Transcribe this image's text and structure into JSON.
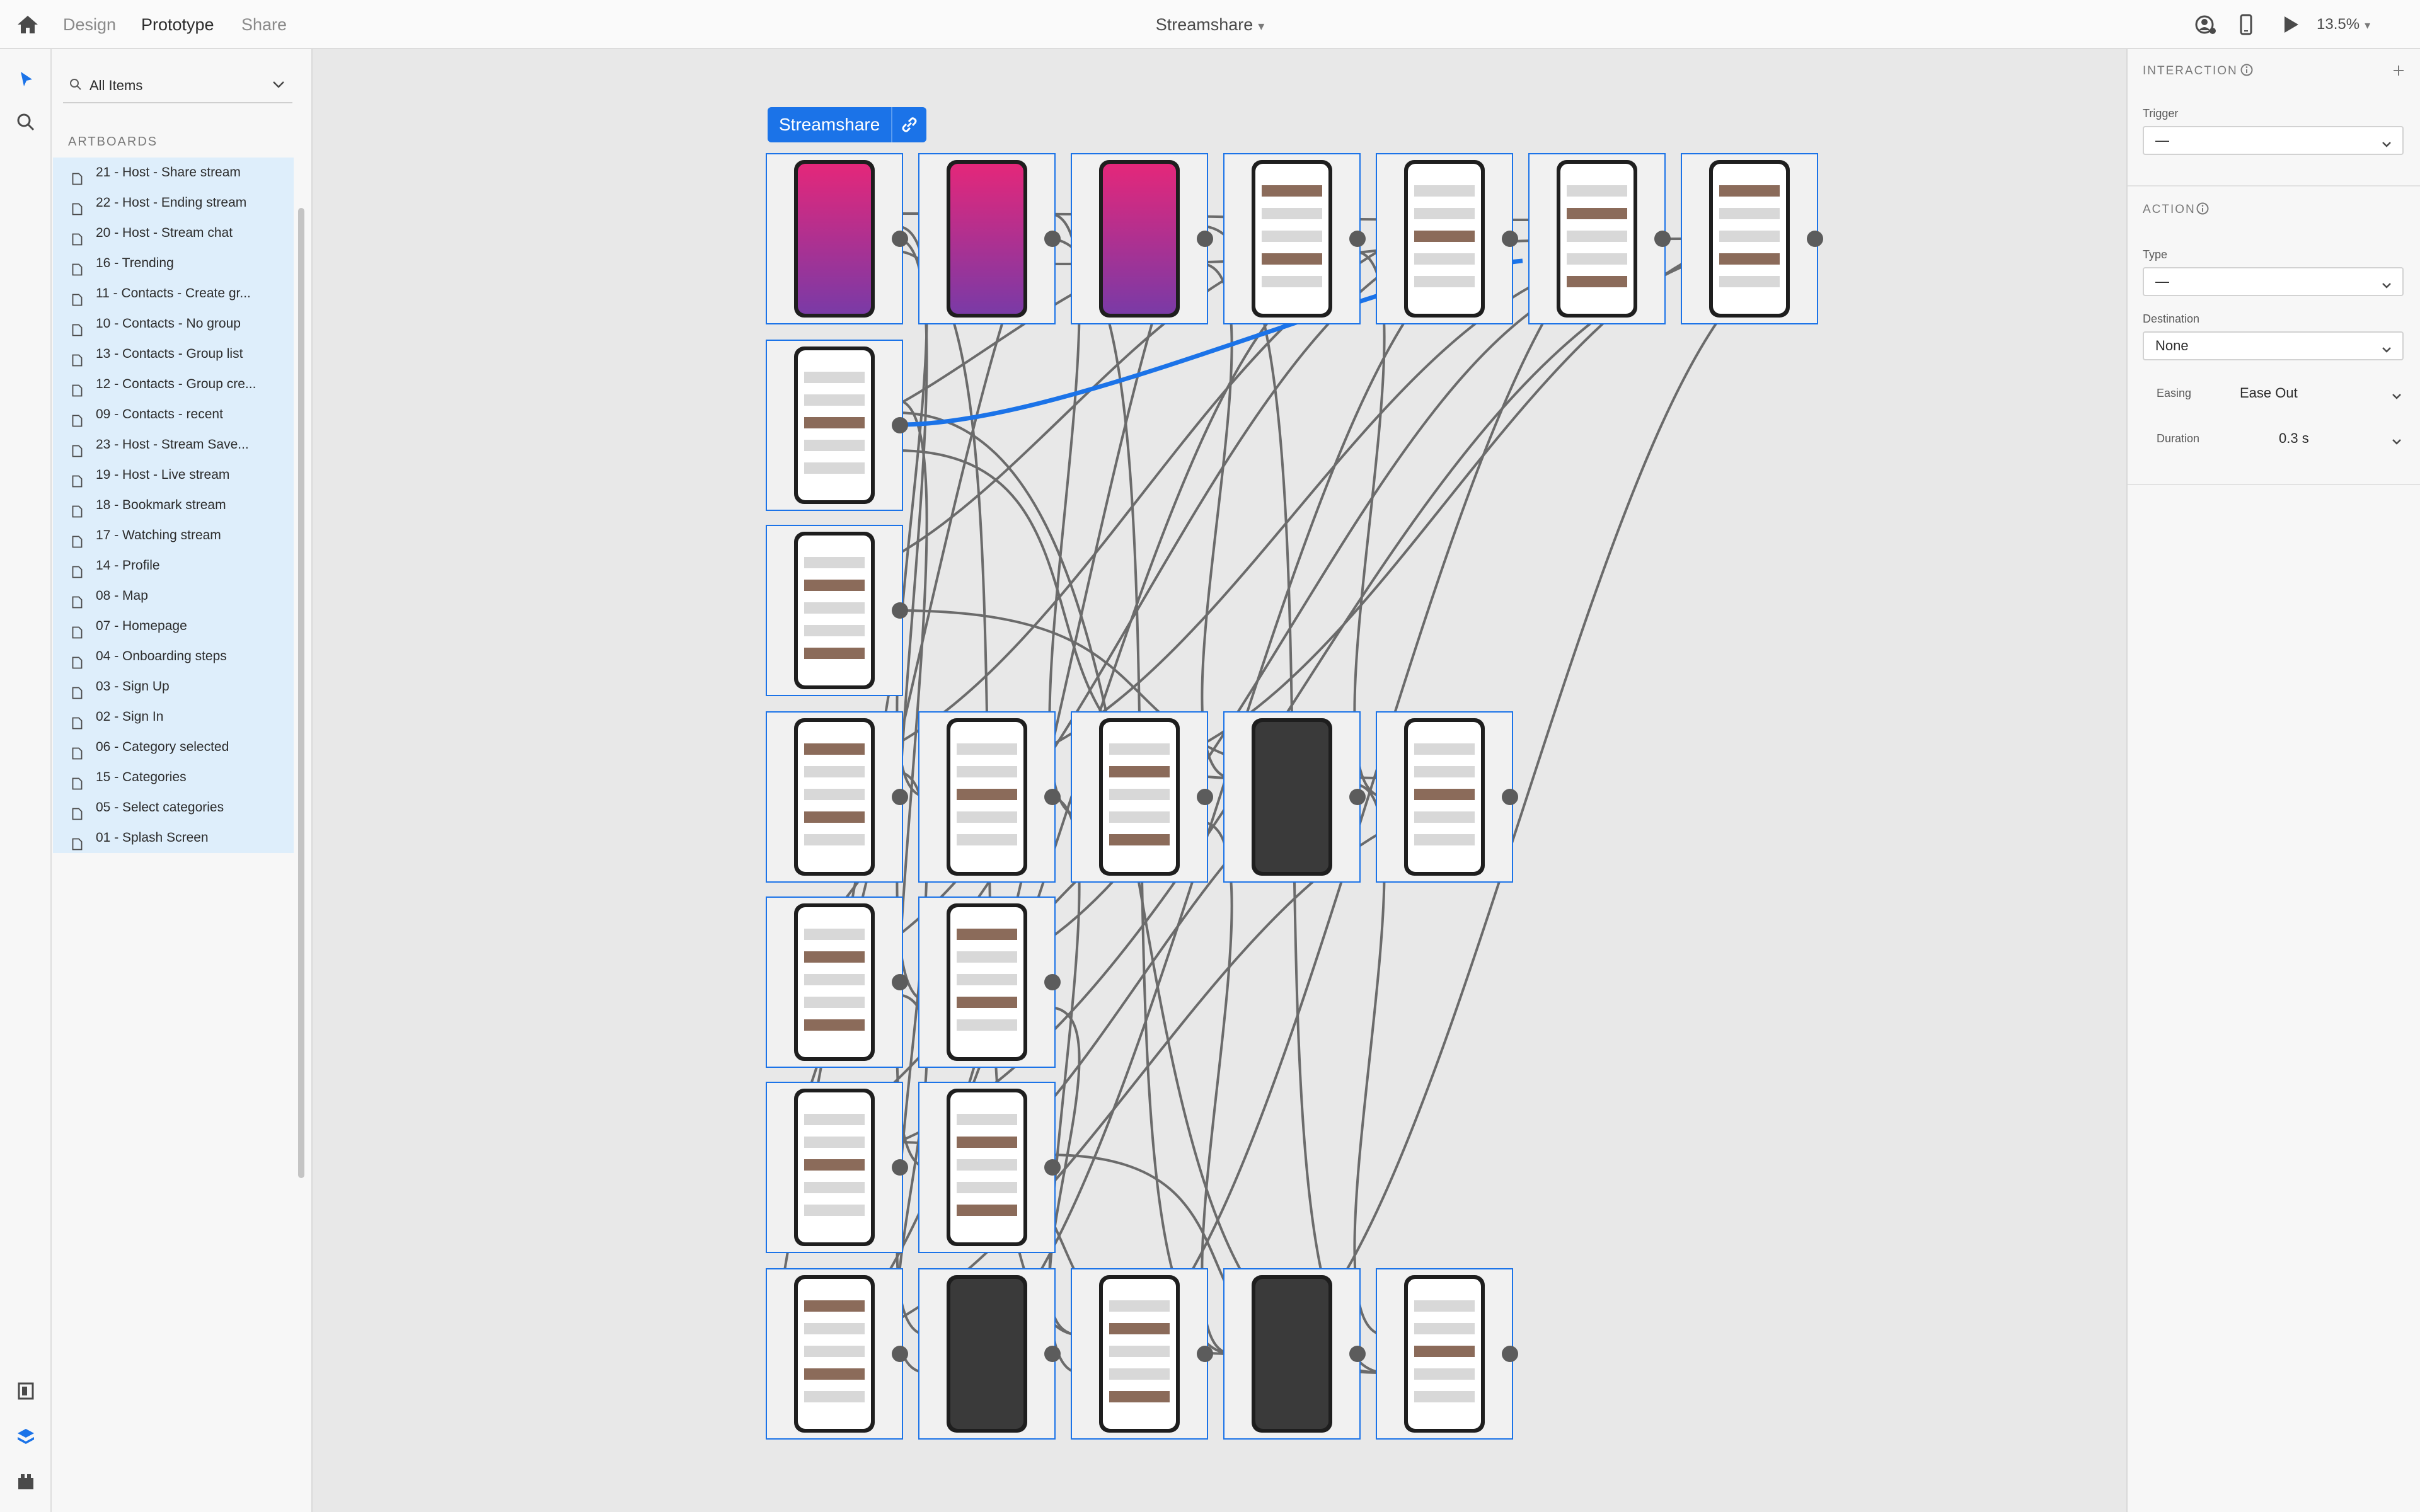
{
  "topbar": {
    "tabs": [
      "Design",
      "Prototype",
      "Share"
    ],
    "active_tab": "Prototype",
    "document_title": "Streamshare",
    "zoom_level": "13.5%"
  },
  "layers": {
    "search_placeholder": "All Items",
    "section_label": "ARTBOARDS",
    "artboards": [
      "21 - Host - Share stream",
      "22 - Host - Ending stream",
      "20 - Host - Stream chat",
      "16 - Trending",
      "11 - Contacts - Create gr...",
      "10 - Contacts - No group",
      "13 - Contacts - Group list",
      "12 - Contacts - Group cre...",
      "09 - Contacts - recent",
      "23 - Host - Stream Save...",
      "19 - Host - Live stream",
      "18 - Bookmark stream",
      "17 - Watching stream",
      "14 - Profile",
      "08 - Map",
      "07 - Homepage",
      "04 - Onboarding steps",
      "03 - Sign Up",
      "02 - Sign In",
      "06 - Category selected",
      "15 - Categories",
      "05 - Select categories",
      "01 - Splash Screen"
    ]
  },
  "canvas": {
    "flow_name": "Streamshare"
  },
  "props": {
    "interaction_heading": "INTERACTION",
    "trigger_label": "Trigger",
    "trigger_value": "—",
    "action_heading": "ACTION",
    "type_label": "Type",
    "type_value": "—",
    "destination_label": "Destination",
    "destination_value": "None",
    "easing_label": "Easing",
    "easing_value": "Ease Out",
    "duration_label": "Duration",
    "duration_value": "0.3 s"
  },
  "colors": {
    "accent": "#1b73e8",
    "selection_fill": "#deeefb",
    "connector": "#6b6b6b",
    "splash_gradient_top": "#e4277a",
    "splash_gradient_bottom": "#7a3aa6"
  }
}
